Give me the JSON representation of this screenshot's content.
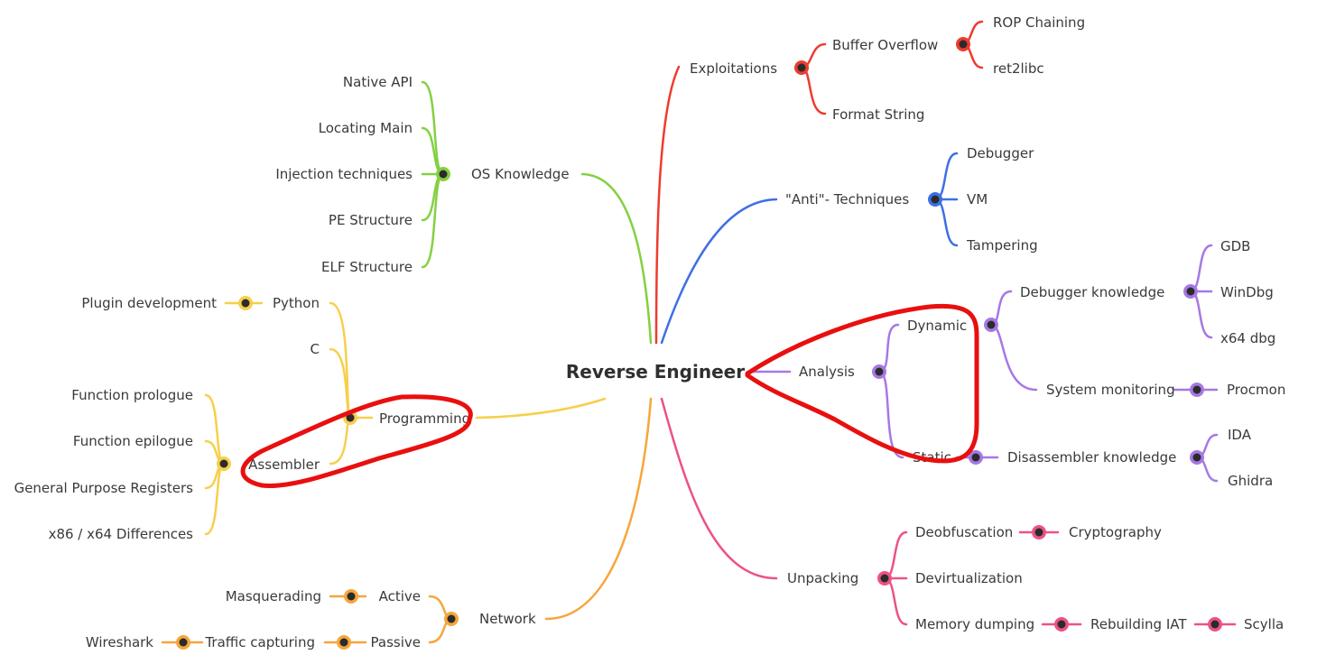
{
  "colors": {
    "exploit": "#ee3b30",
    "anti": "#3f6fe6",
    "analysis": "#a678e4",
    "unpack": "#ec5287",
    "os": "#84d042",
    "prog": "#f7cf4b",
    "net": "#f6a63b",
    "annotation": "#e8100f"
  },
  "root": {
    "label": "Reverse Engineer"
  },
  "branches": {
    "exploitations": {
      "label": "Exploitations",
      "buffer_overflow": {
        "label": "Buffer Overflow",
        "children": [
          "ROP Chaining",
          "ret2libc"
        ]
      },
      "format_string": {
        "label": "Format String"
      }
    },
    "anti": {
      "label": "\"Anti\"- Techniques",
      "children": [
        "Debugger",
        "VM",
        "Tampering"
      ]
    },
    "analysis": {
      "label": "Analysis",
      "dynamic": {
        "label": "Dynamic",
        "debugger_knowledge": {
          "label": "Debugger knowledge",
          "children": [
            "GDB",
            "WinDbg",
            "x64 dbg"
          ]
        },
        "system_monitoring": {
          "label": "System monitoring",
          "children": [
            "Procmon"
          ]
        }
      },
      "static": {
        "label": "Static",
        "disassembler_knowledge": {
          "label": "Disassembler knowledge",
          "children": [
            "IDA",
            "Ghidra"
          ]
        }
      }
    },
    "unpacking": {
      "label": "Unpacking",
      "deobfuscation": {
        "label": "Deobfuscation",
        "children": [
          "Cryptography"
        ]
      },
      "devirtualization": {
        "label": "Devirtualization"
      },
      "memory_dumping": {
        "label": "Memory dumping",
        "rebuilding_iat": "Rebuilding IAT",
        "scylla": "Scylla"
      }
    },
    "os_knowledge": {
      "label": "OS Knowledge",
      "children": [
        "Native API",
        "Locating Main",
        "Injection techniques",
        "PE Structure",
        "ELF Structure"
      ]
    },
    "programming": {
      "label": "Programming",
      "python": {
        "label": "Python",
        "children": [
          "Plugin development"
        ]
      },
      "c": {
        "label": "C"
      },
      "assembler": {
        "label": "Assembler",
        "children": [
          "Function prologue",
          "Function epilogue",
          "General Purpose Registers",
          "x86 / x64 Differences"
        ]
      }
    },
    "network": {
      "label": "Network",
      "active": {
        "label": "Active",
        "children": [
          "Masquerading"
        ]
      },
      "passive": {
        "label": "Passive",
        "traffic_capturing": "Traffic capturing",
        "wireshark": "Wireshark"
      }
    }
  }
}
